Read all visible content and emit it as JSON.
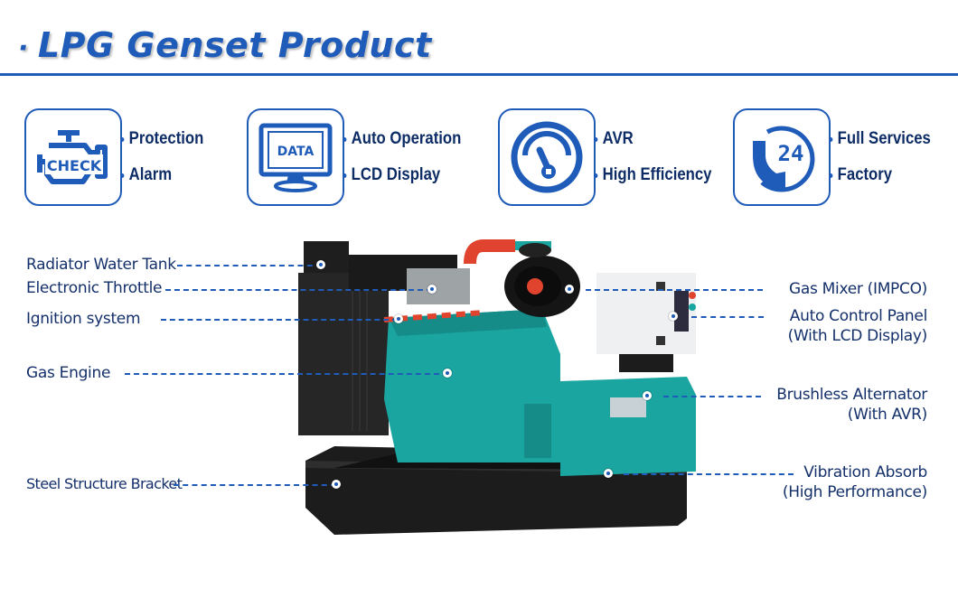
{
  "header": {
    "bullet": "·",
    "title": "LPG Genset Product",
    "accent_color": "#1f5bb8"
  },
  "features": [
    {
      "icon": "check-engine-icon",
      "icon_text": "CHECK",
      "labels": [
        "Protection",
        "Alarm"
      ]
    },
    {
      "icon": "monitor-data-icon",
      "icon_text": "DATA",
      "labels": [
        "Auto Operation",
        "LCD Display"
      ]
    },
    {
      "icon": "gauge-icon",
      "icon_text": "",
      "labels": [
        "AVR",
        "High Efficiency"
      ]
    },
    {
      "icon": "phone-24-icon",
      "icon_text": "24",
      "labels": [
        "Full Services",
        "Factory"
      ]
    }
  ],
  "callouts": {
    "left": [
      {
        "label": "Radiator Water Tank"
      },
      {
        "label": "Electronic Throttle"
      },
      {
        "label": "Ignition system"
      },
      {
        "label": "Gas Engine"
      },
      {
        "label": "Steel Structure Bracket"
      }
    ],
    "right": [
      {
        "line1": "Gas Mixer (IMPCO)",
        "line2": ""
      },
      {
        "line1": "Auto Control Panel",
        "line2": "(With LCD Display)"
      },
      {
        "line1": "Brushless Alternator",
        "line2": "(With AVR)"
      },
      {
        "line1": "Vibration Absorb",
        "line2": "(High Performance)"
      }
    ]
  },
  "colors": {
    "brand_blue": "#1f5bb8",
    "label_navy": "#14306b",
    "engine_teal": "#1aa5a0",
    "frame_black": "#1c1c1c",
    "panel_white": "#eef0f2",
    "pipe_red": "#e0442e"
  }
}
